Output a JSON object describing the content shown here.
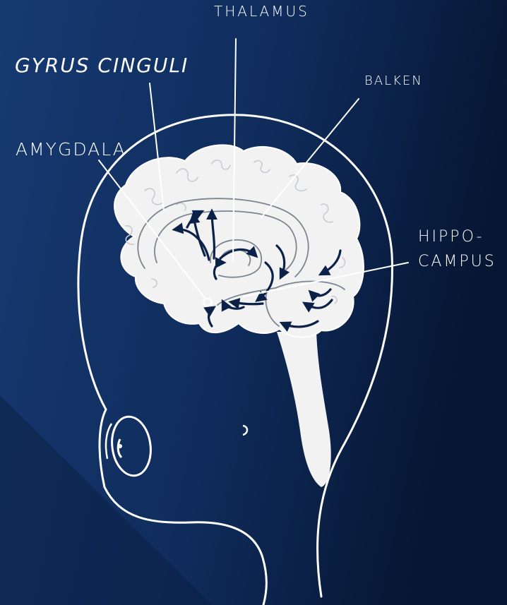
{
  "colors": {
    "background_dark": "#071633",
    "background_light": "#1a3e78",
    "line": "#ffffff",
    "brain_fill": "#f2f2f2",
    "inner_lines": "#7d8593",
    "arrows": "#0b2148"
  },
  "labels": {
    "thalamus": "THALAMUS",
    "gyrus_cinguli": "GYRUS CINGULI",
    "balken": "BALKEN",
    "amygdala": "AMYGDALA",
    "hippocampus_line1": "HIPPO-",
    "hippocampus_line2": "CAMPUS"
  }
}
